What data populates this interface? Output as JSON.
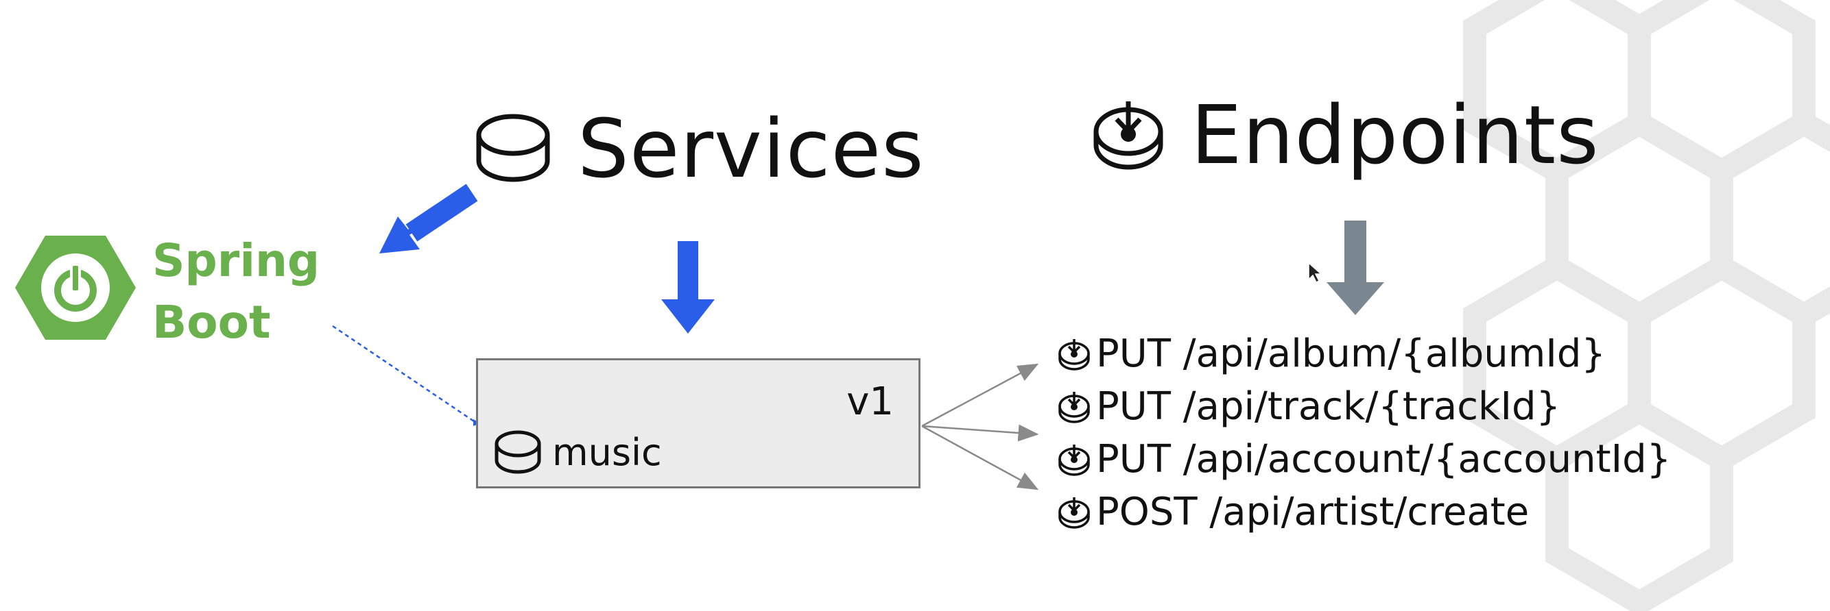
{
  "services": {
    "title": "Services",
    "icon": "database-icon"
  },
  "endpoints": {
    "title": "Endpoints",
    "icon": "endpoint-icon",
    "items": [
      {
        "label": "PUT /api/album/{albumId}"
      },
      {
        "label": "PUT /api/track/{trackId}"
      },
      {
        "label": "PUT /api/account/{accountId}"
      },
      {
        "label": "POST /api/artist/create"
      }
    ]
  },
  "spring_boot": {
    "line1": "Spring",
    "line2": "Boot",
    "icon": "power-icon",
    "color": "#6ab04c"
  },
  "service_box": {
    "version": "v1",
    "name": "music",
    "icon": "database-icon"
  },
  "colors": {
    "arrow_blue": "#2a5ee8",
    "arrow_gray": "#7b8790",
    "spring_green": "#6ab04c",
    "box_fill": "#ececec"
  }
}
